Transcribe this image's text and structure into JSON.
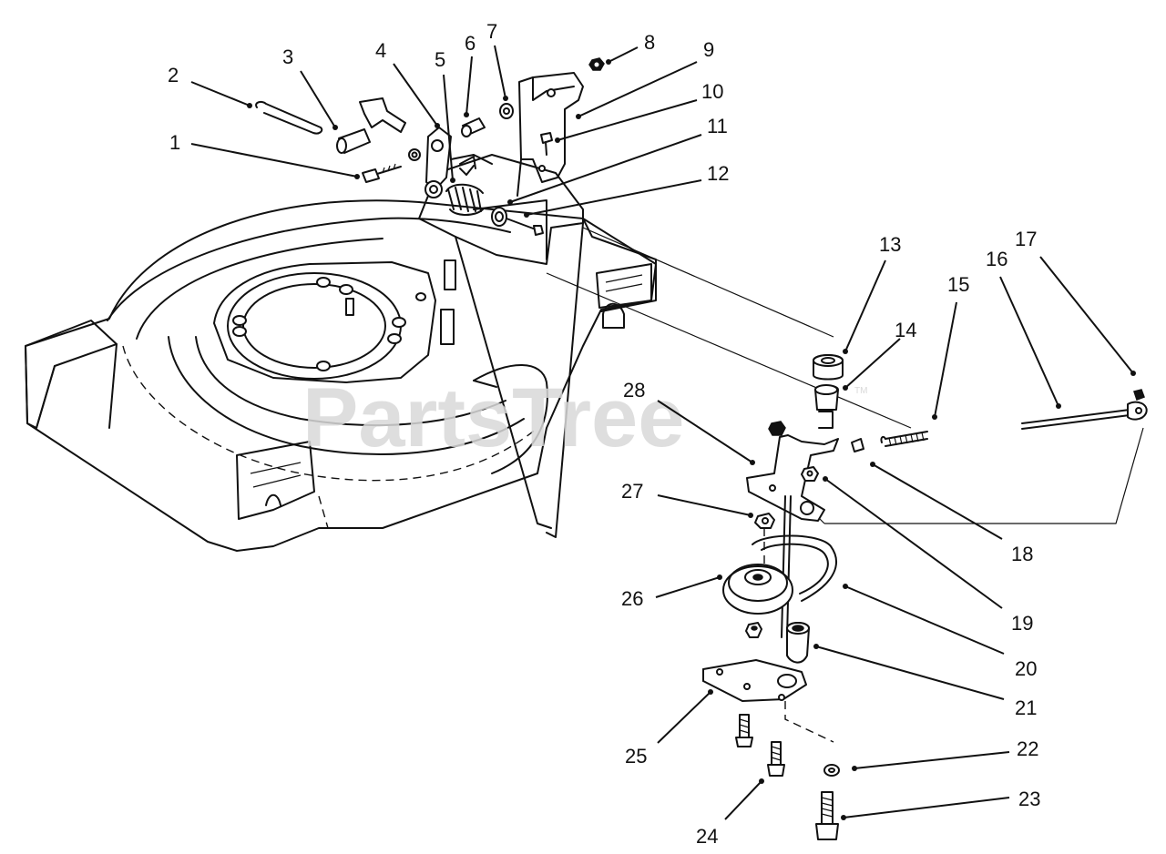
{
  "watermark": {
    "text": "PartsTree",
    "trademark": "TM"
  },
  "callouts": [
    {
      "id": "1",
      "label": "1"
    },
    {
      "id": "2",
      "label": "2"
    },
    {
      "id": "3",
      "label": "3"
    },
    {
      "id": "4",
      "label": "4"
    },
    {
      "id": "5",
      "label": "5"
    },
    {
      "id": "6",
      "label": "6"
    },
    {
      "id": "7",
      "label": "7"
    },
    {
      "id": "8",
      "label": "8"
    },
    {
      "id": "9",
      "label": "9"
    },
    {
      "id": "10",
      "label": "10"
    },
    {
      "id": "11",
      "label": "11"
    },
    {
      "id": "12",
      "label": "12"
    },
    {
      "id": "13",
      "label": "13"
    },
    {
      "id": "14",
      "label": "14"
    },
    {
      "id": "15",
      "label": "15"
    },
    {
      "id": "16",
      "label": "16"
    },
    {
      "id": "17",
      "label": "17"
    },
    {
      "id": "18",
      "label": "18"
    },
    {
      "id": "19",
      "label": "19"
    },
    {
      "id": "20",
      "label": "20"
    },
    {
      "id": "21",
      "label": "21"
    },
    {
      "id": "22",
      "label": "22"
    },
    {
      "id": "23",
      "label": "23"
    },
    {
      "id": "24",
      "label": "24"
    },
    {
      "id": "25",
      "label": "25"
    },
    {
      "id": "26",
      "label": "26"
    },
    {
      "id": "27",
      "label": "27"
    },
    {
      "id": "28",
      "label": "28"
    }
  ]
}
